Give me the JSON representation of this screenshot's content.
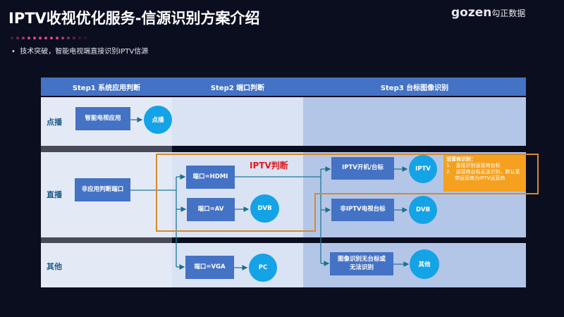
{
  "title": "IPTV收视优化服务-信源识别方案介绍",
  "logo": {
    "brand": "gozen",
    "suffix": "勾正数据"
  },
  "bullet": "技术突破，智能电视端直接识别IPTV信源",
  "headers": [
    "Step1 系统应用判断",
    "Step2 端口判断",
    "Step3 台标图像识别"
  ],
  "rows": [
    "点播",
    "直播",
    "其他"
  ],
  "boxes": {
    "smart_app": "智能电视应用",
    "non_app_port": "非应用判断端口",
    "hdmi": "端口=HDMI",
    "av": "端口=AV",
    "vga": "端口=VGA",
    "iptv_boot": "IPTV开机/台标",
    "non_iptv": "非IPTV电视台标",
    "no_logo": "图像识别无台标或无法识别"
  },
  "circles": {
    "vod": "点播",
    "dvb1": "DVB",
    "pc": "PC",
    "iptv": "IPTV",
    "dvb2": "DVB",
    "other": "其他"
  },
  "iptv_judge": "IPTV判断",
  "note": {
    "title": "运营商识别：",
    "items": [
      "1.　直接识别运营商台标",
      "2.　运营商台标无法识别，默认宽带运营商为IPTV运营商"
    ]
  },
  "colors": {
    "header": "#4472c4",
    "box": "#4472c4",
    "circle": "#14a3e6",
    "highlight": "#d48a2c",
    "note": "#f5a01e",
    "judge": "#e8161b"
  }
}
